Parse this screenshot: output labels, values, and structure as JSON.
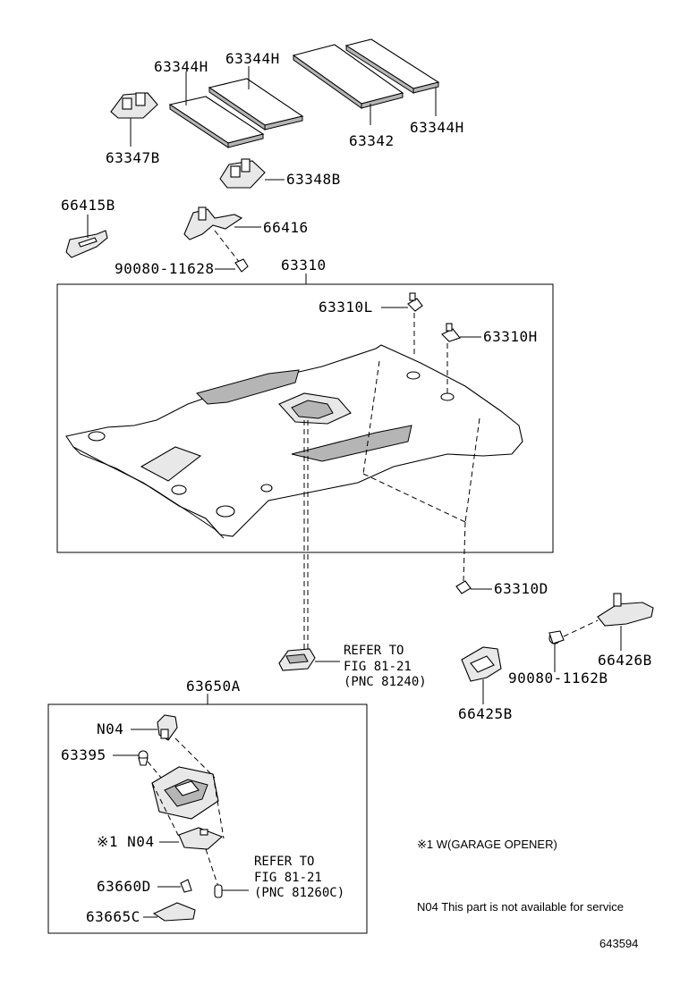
{
  "callouts": {
    "p63344H_a": "63344H",
    "p63344H_b": "63344H",
    "p63344H_c": "63344H",
    "p63342": "63342",
    "p63347B": "63347B",
    "p63348B": "63348B",
    "p66415B": "66415B",
    "p66416": "66416",
    "p90080_11628": "90080-11628",
    "p63310": "63310",
    "p63310L": "63310L",
    "p63310H": "63310H",
    "p63310D": "63310D",
    "p66426B": "66426B",
    "p90080_1162B": "90080-1162B",
    "p66425B": "66425B",
    "p63650A": "63650A",
    "pN04_a": "N04",
    "p63395": "63395",
    "pN04_b": "※1 N04",
    "p63660D": "63660D",
    "p63665C": "63665C"
  },
  "references": {
    "ref1": {
      "line1": "REFER TO",
      "line2": "FIG 81-21",
      "line3": "(PNC 81240)"
    },
    "ref2": {
      "line1": "REFER TO",
      "line2": "FIG 81-21",
      "line3": "(PNC 81260C)"
    }
  },
  "notes": {
    "garage": "※1 W(GARAGE OPENER)",
    "n04": "N04 This part is not available for service",
    "figure_id": "643594"
  }
}
